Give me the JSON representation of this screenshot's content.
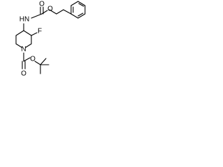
{
  "molecule": {
    "atoms": {
      "nh": "HN",
      "carbamate_o1": "O",
      "carbamate_o2": "O",
      "fluorine": "F",
      "ring_n": "N",
      "boc_o1": "O",
      "boc_o2": "O"
    }
  },
  "colors": {
    "ink": "#000000",
    "background": "#ffffff"
  }
}
